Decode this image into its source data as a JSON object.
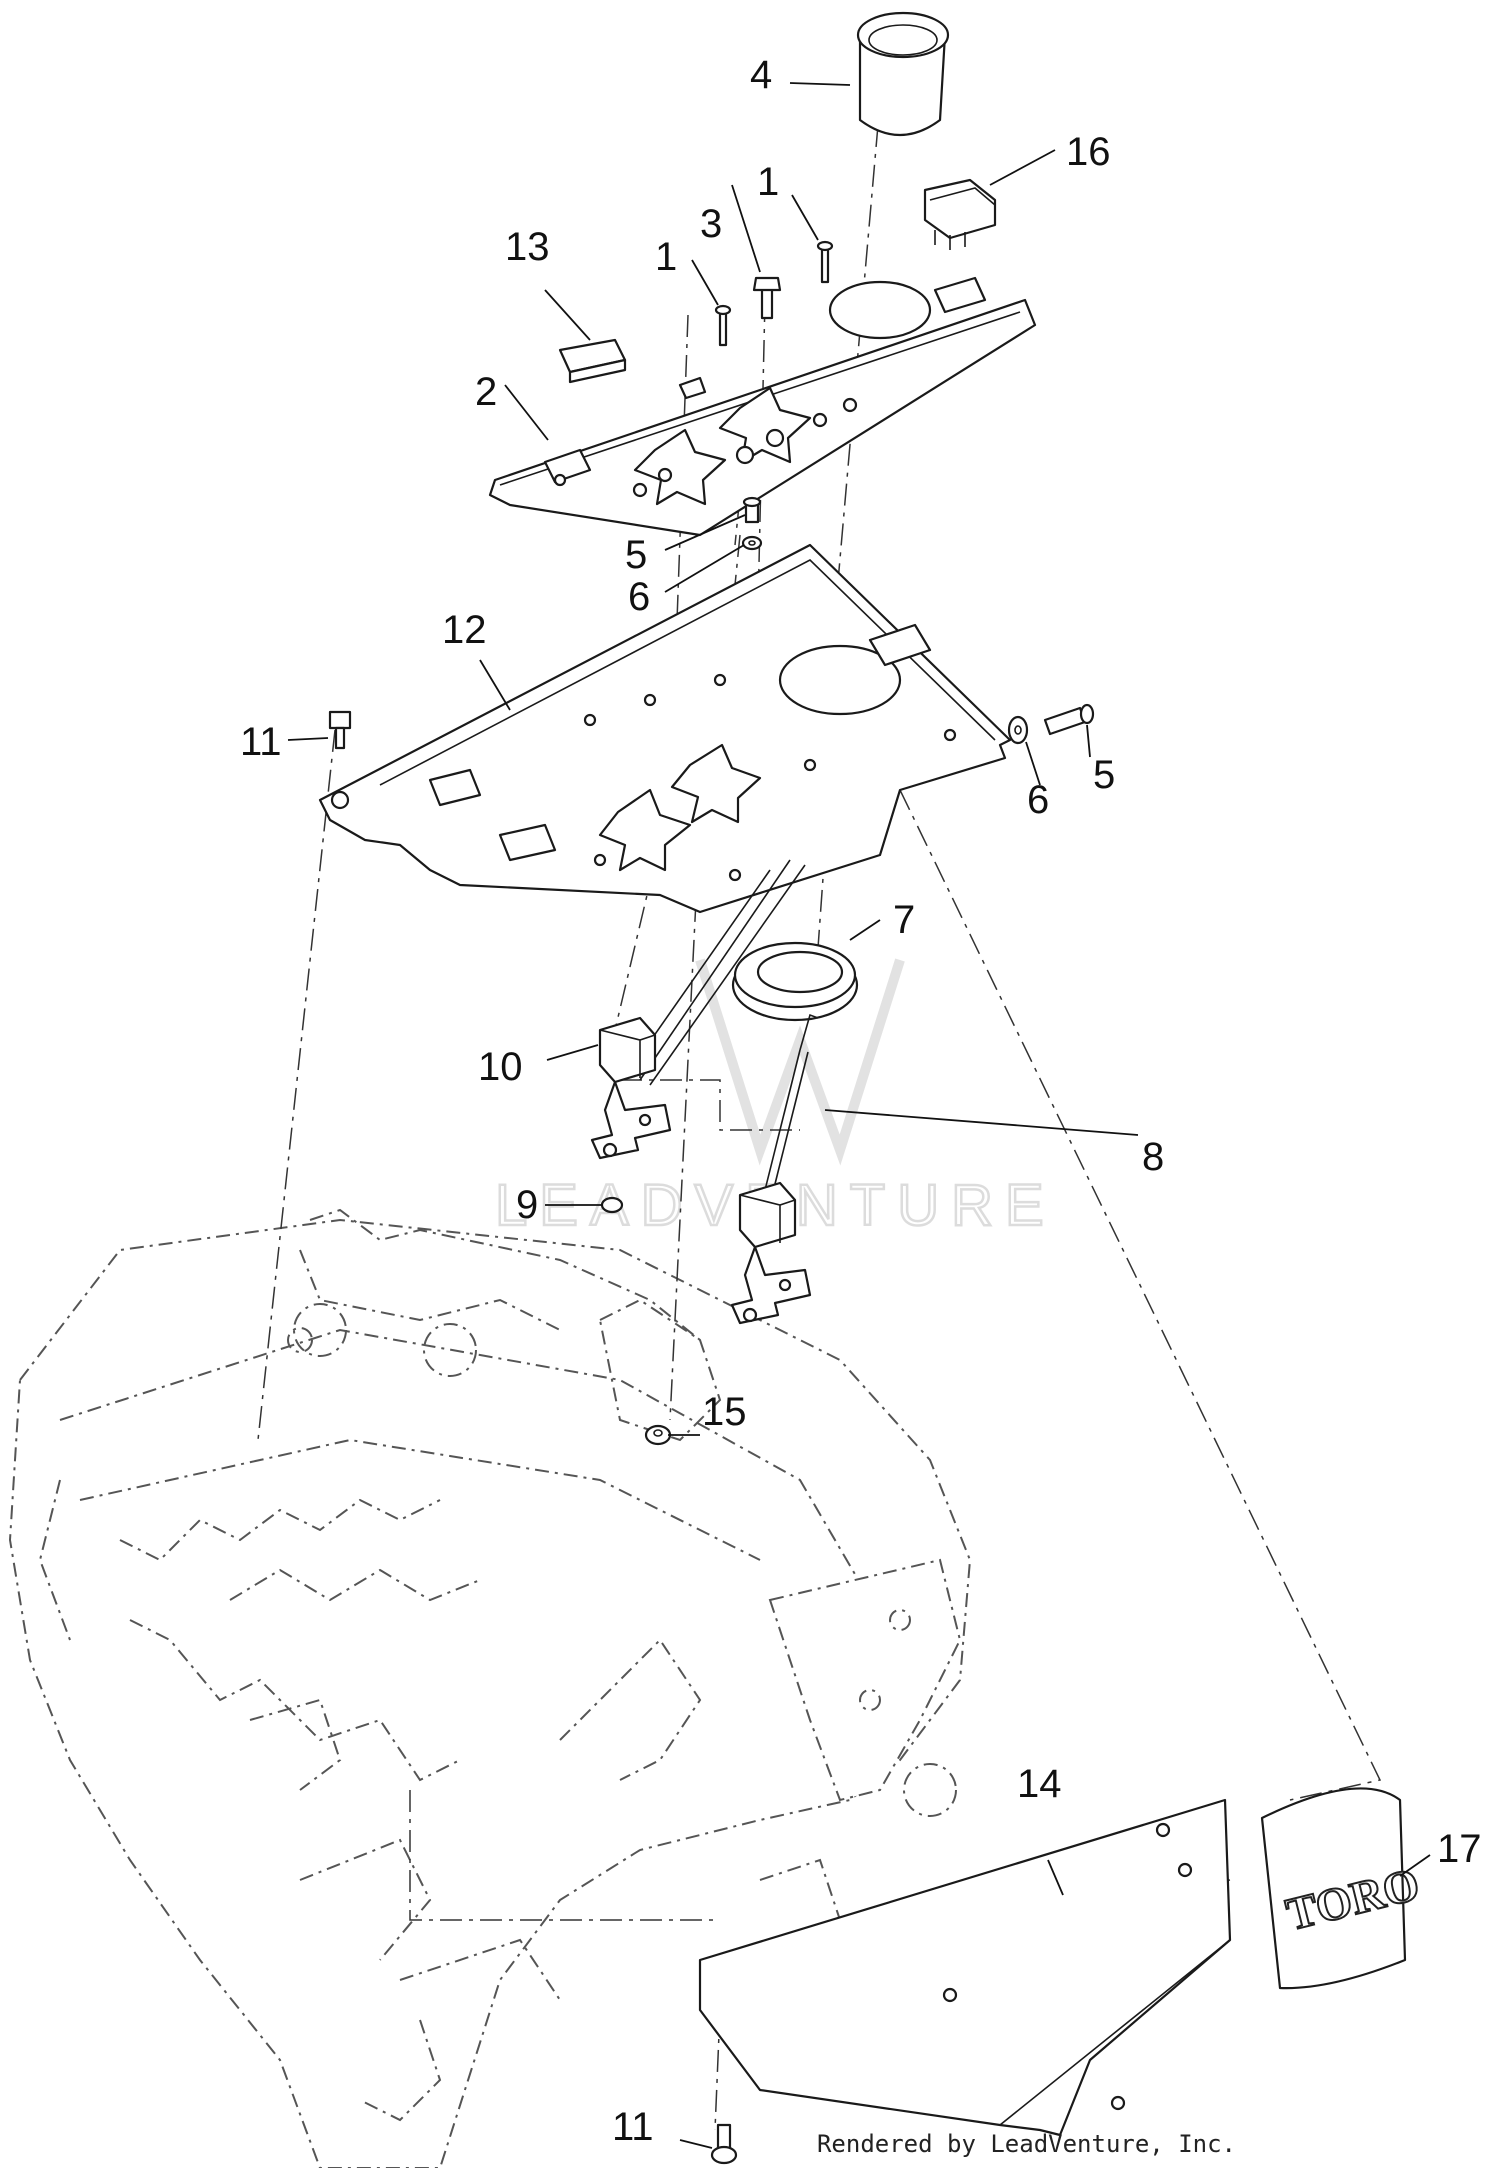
{
  "callouts": {
    "c1a": "1",
    "c1b": "1",
    "c2": "2",
    "c3": "3",
    "c4": "4",
    "c5a": "5",
    "c5b": "5",
    "c6a": "6",
    "c6b": "6",
    "c7": "7",
    "c8": "8",
    "c9": "9",
    "c10": "10",
    "c11a": "11",
    "c11b": "11",
    "c12": "12",
    "c13": "13",
    "c14": "14",
    "c15": "15",
    "c16": "16",
    "c17": "17"
  },
  "logo": {
    "text": "TORO"
  },
  "watermark": {
    "text": "LEADVENTURE"
  },
  "footer": {
    "credit": "Rendered by LeadVenture, Inc."
  }
}
